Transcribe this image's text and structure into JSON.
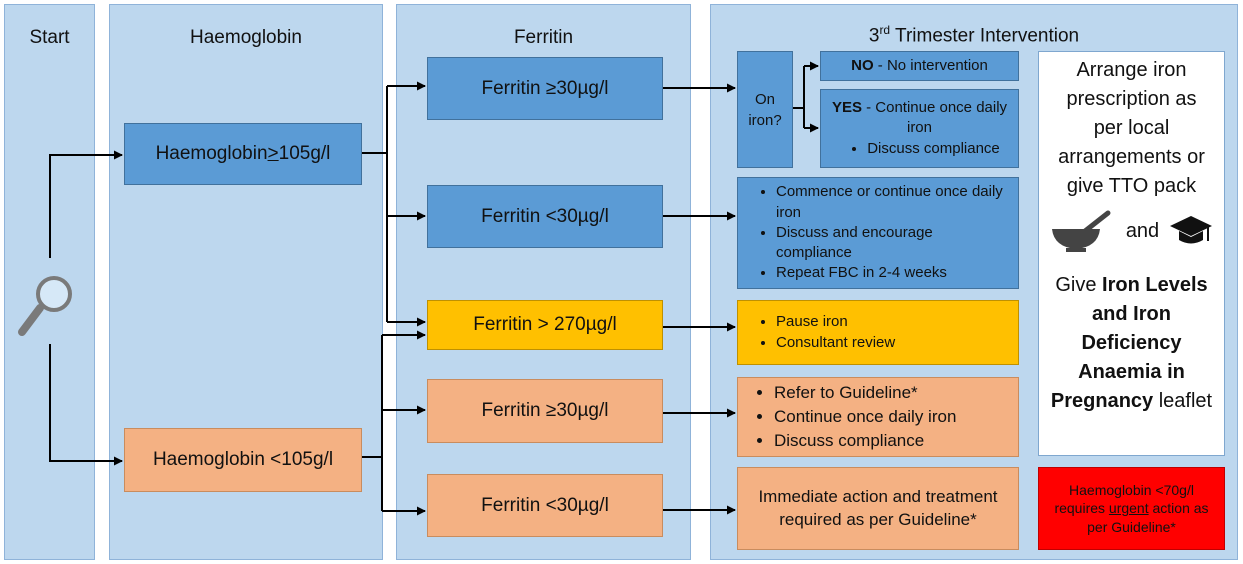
{
  "columns": {
    "start": "Start",
    "haemoglobin": "Haemoglobin",
    "ferritin": "Ferritin",
    "intervention": {
      "prefix": "3",
      "sup": "rd",
      "suffix": " Trimester Intervention"
    }
  },
  "hb": {
    "high": {
      "prefix": "Haemoglobin ",
      "underlined": ">",
      "suffix": "105g/l"
    },
    "low": "Haemoglobin <105g/l"
  },
  "ferritin": {
    "f1": "Ferritin ≥30µg/l",
    "f2": "Ferritin <30µg/l",
    "f3": "Ferritin > 270µg/l",
    "f4": "Ferritin ≥30µg/l",
    "f5": "Ferritin <30µg/l"
  },
  "on_iron": "On iron?",
  "no_box": {
    "bold": "NO",
    "text": " - No intervention"
  },
  "yes_box": {
    "bold": "YES",
    "text": " - Continue once daily iron",
    "bullet": "Discuss compliance"
  },
  "b2_items": [
    "Commence or continue once daily iron",
    "Discuss and encourage compliance",
    "Repeat FBC in 2-4 weeks"
  ],
  "b3_items": [
    "Pause iron",
    "Consultant review"
  ],
  "b4_items": [
    "Refer to Guideline*",
    "Continue once daily iron",
    "Discuss compliance"
  ],
  "b5_text": "Immediate action and treatment required as per Guideline*",
  "white_box": {
    "arrange": "Arrange iron prescription as per local arrangements or give TTO pack",
    "and": "and",
    "give": "Give",
    "leaflet_bold": "Iron Levels and Iron Deficiency Anaemia in Pregnancy",
    "leaflet": "leaflet"
  },
  "red_box": {
    "pre": "Haemoglobin <70g/l requires ",
    "underlined": "urgent",
    "post": " action as per Guideline*"
  },
  "icons": [
    "magnifier-icon",
    "mortar-pestle-icon",
    "graduation-cap-icon"
  ],
  "colors": {
    "column": "#bdd7ee",
    "blue": "#5b9bd5",
    "salmon": "#f4b183",
    "amber": "#ffc000",
    "red": "#ff0000"
  }
}
